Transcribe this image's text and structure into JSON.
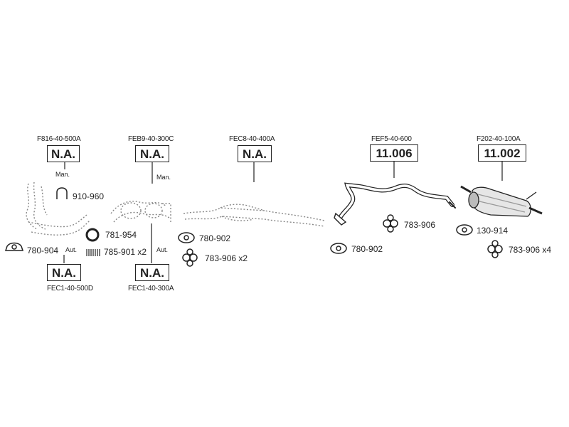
{
  "colors": {
    "line": "#222222",
    "ghost": "#777777",
    "background": "#ffffff"
  },
  "sections": [
    {
      "code": "F816-40-500A",
      "price": "N.A.",
      "note": "Man."
    },
    {
      "code": "FEB9-40-300C",
      "price": "N.A.",
      "note": "Man."
    },
    {
      "code": "FEC8-40-400A",
      "price": "N.A."
    },
    {
      "code": "FEF5-40-600",
      "price": "11.006"
    },
    {
      "code": "F202-40-100A",
      "price": "11.002"
    }
  ],
  "lower_sections": [
    {
      "code": "FEC1-40-500D",
      "price": "N.A.",
      "note": "Aut."
    },
    {
      "code": "FEC1-40-300A",
      "price": "N.A.",
      "note": "Aut."
    }
  ],
  "parts": [
    {
      "number": "910-960",
      "icon": "u-clamp-icon"
    },
    {
      "number": "781-954",
      "icon": "sealing-ring-icon"
    },
    {
      "number": "780-904",
      "icon": "flange-gasket-icon"
    },
    {
      "number": "785-901 x2",
      "icon": "spring-icon"
    },
    {
      "number": "780-902",
      "icon": "gasket-icon"
    },
    {
      "number": "783-906 x2",
      "icon": "rubber-mount-icon"
    },
    {
      "number": "783-906",
      "icon": "rubber-mount-icon"
    },
    {
      "number": "780-902",
      "icon": "gasket-icon"
    },
    {
      "number": "130-914",
      "icon": "gasket-icon"
    },
    {
      "number": "783-906 x4",
      "icon": "rubber-mount-icon"
    }
  ]
}
